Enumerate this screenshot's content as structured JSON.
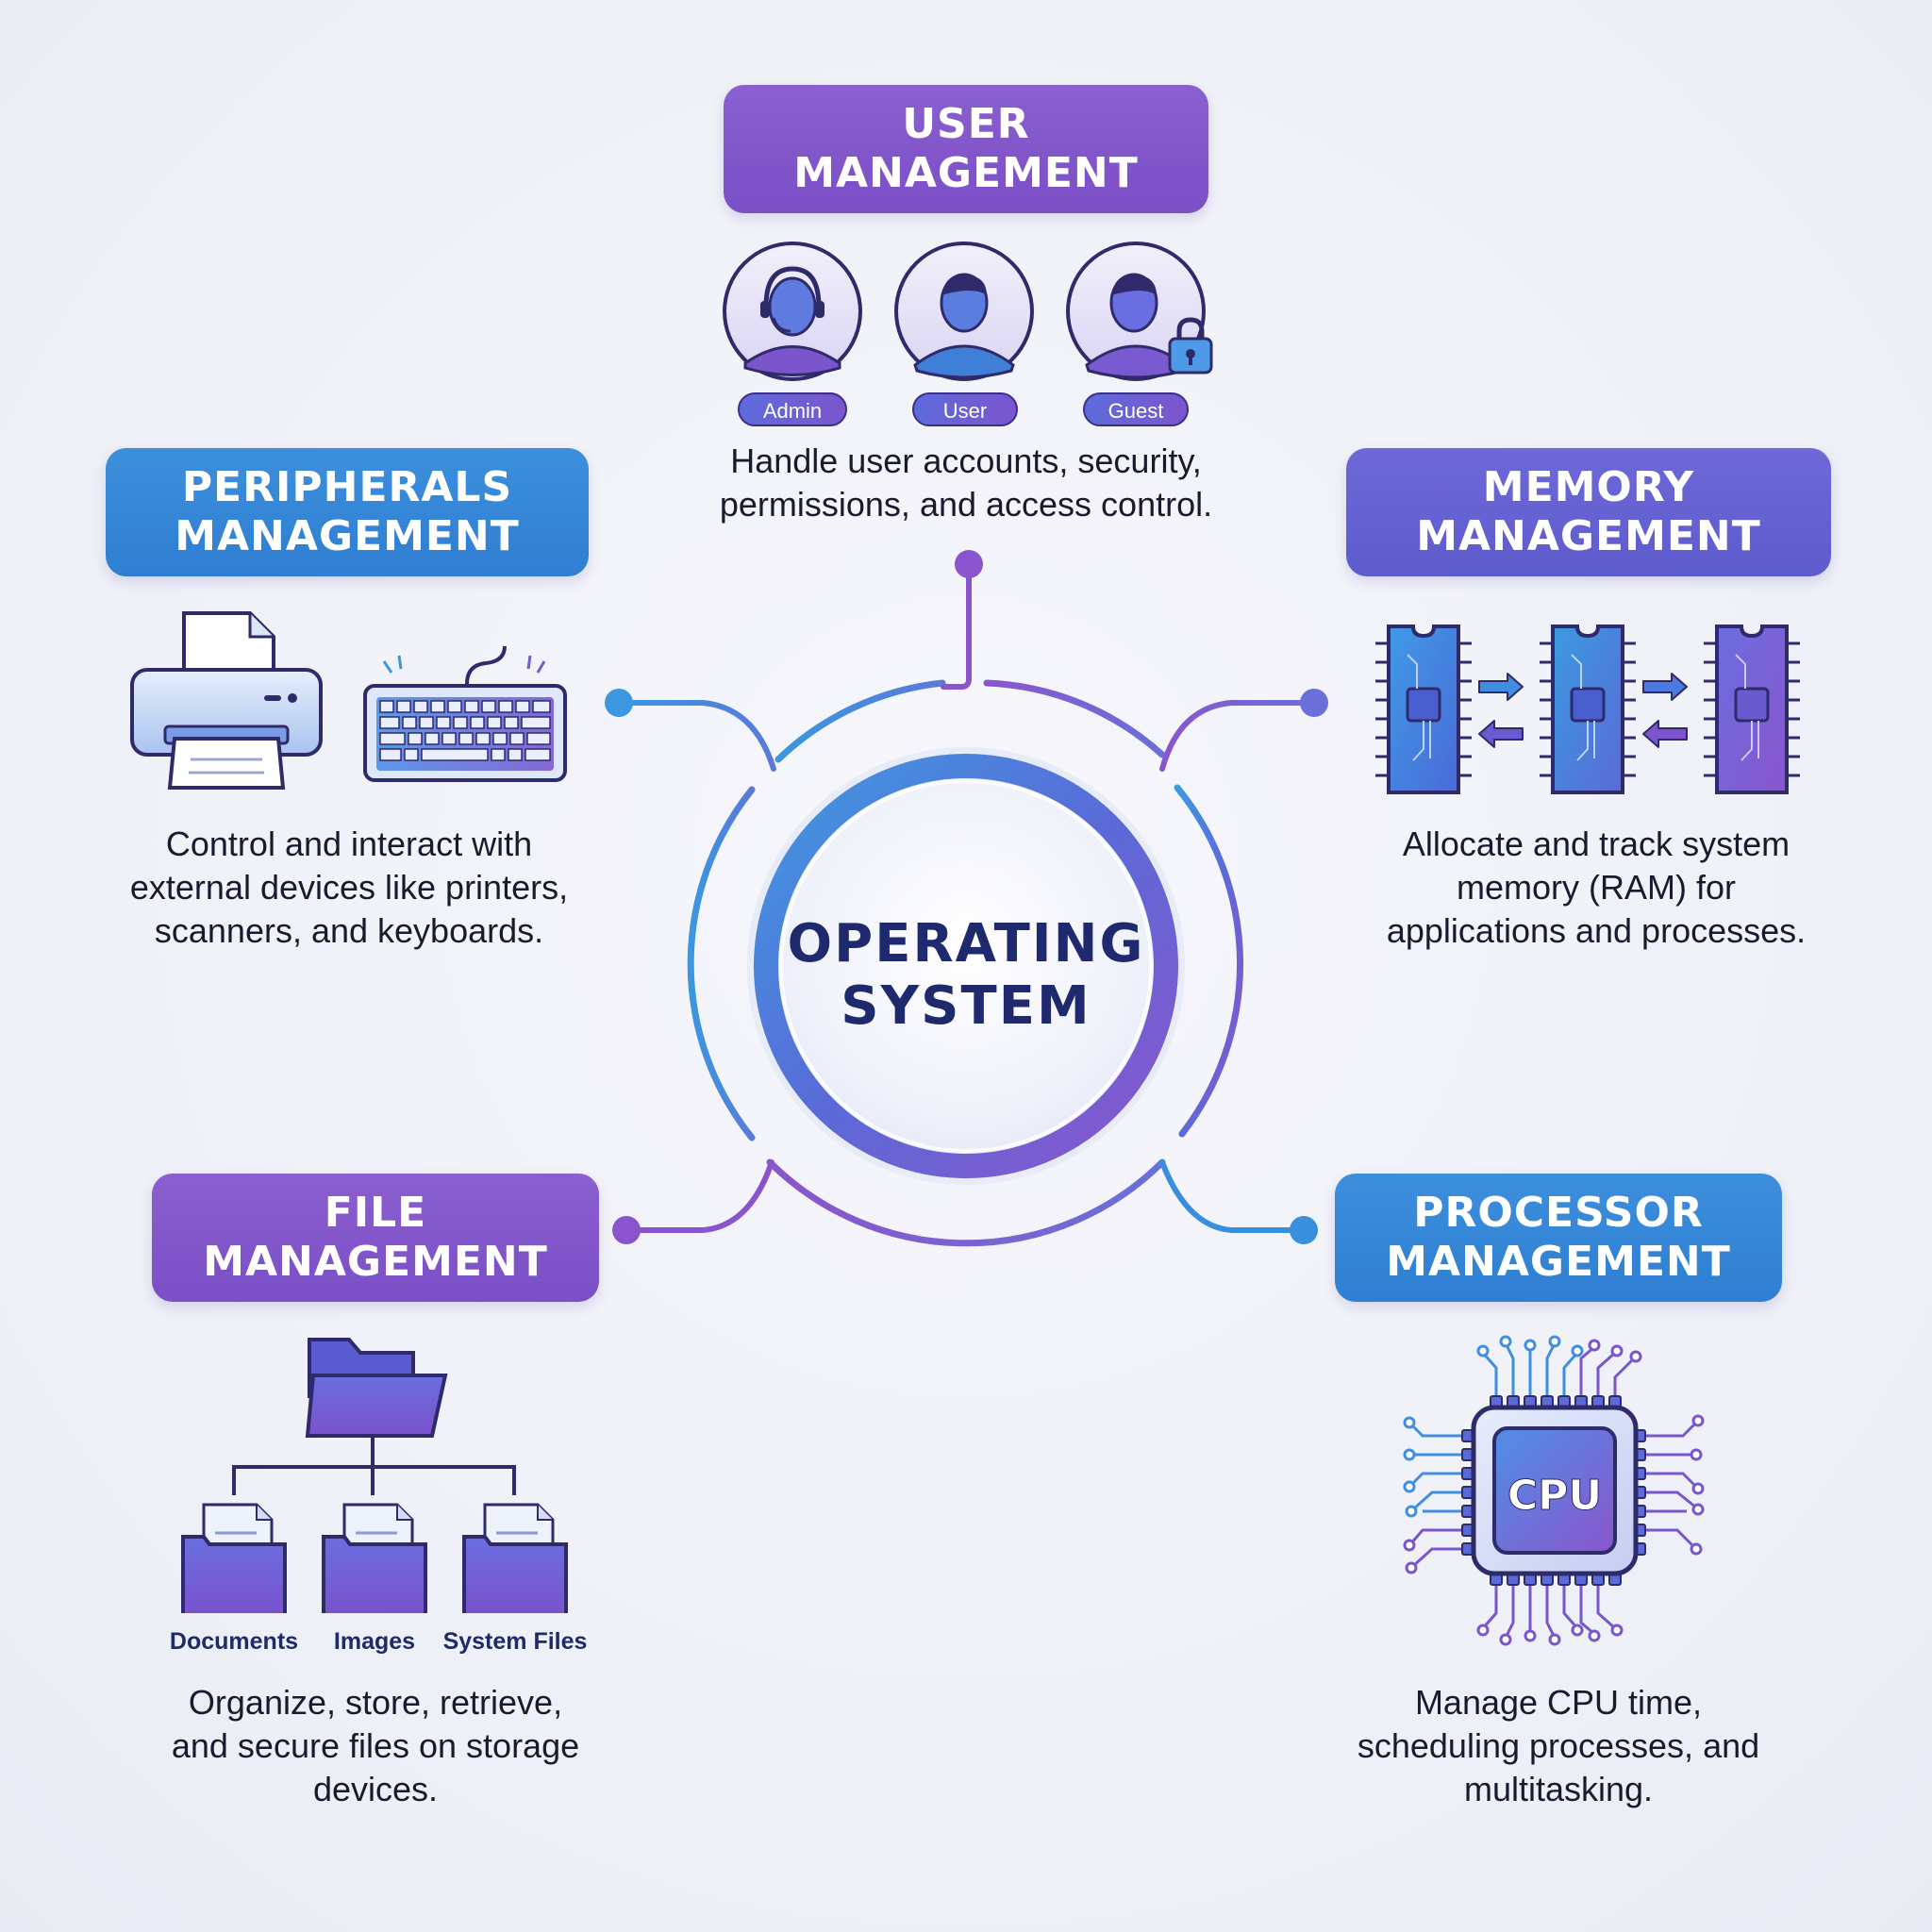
{
  "center": {
    "title": "OPERATING\nSYSTEM"
  },
  "modules": {
    "user": {
      "title": "USER\nMANAGEMENT",
      "roles": [
        "Admin",
        "User",
        "Guest"
      ],
      "description": "Handle user accounts, security,\npermissions, and access control."
    },
    "peripherals": {
      "title": "PERIPHERALS\nMANAGEMENT",
      "description": "Control and interact with\nexternal devices like printers,\nscanners, and keyboards."
    },
    "memory": {
      "title": "MEMORY\nMANAGEMENT",
      "description": "Allocate and track system\nmemory (RAM) for\napplications and processes."
    },
    "file": {
      "title": "FILE\nMANAGEMENT",
      "folders": [
        "Documents",
        "Images",
        "System Files"
      ],
      "description": "Organize, store, retrieve,\nand secure files on storage\ndevices."
    },
    "processor": {
      "title": "PROCESSOR\nMANAGEMENT",
      "chip_label": "CPU",
      "description": "Manage CPU time,\nscheduling processes, and\nmultitasking."
    }
  },
  "colors": {
    "purple": "#7b4fc6",
    "blue": "#2f7ed2",
    "indigo": "#5d5ccd",
    "navy": "#1f2a6e"
  }
}
